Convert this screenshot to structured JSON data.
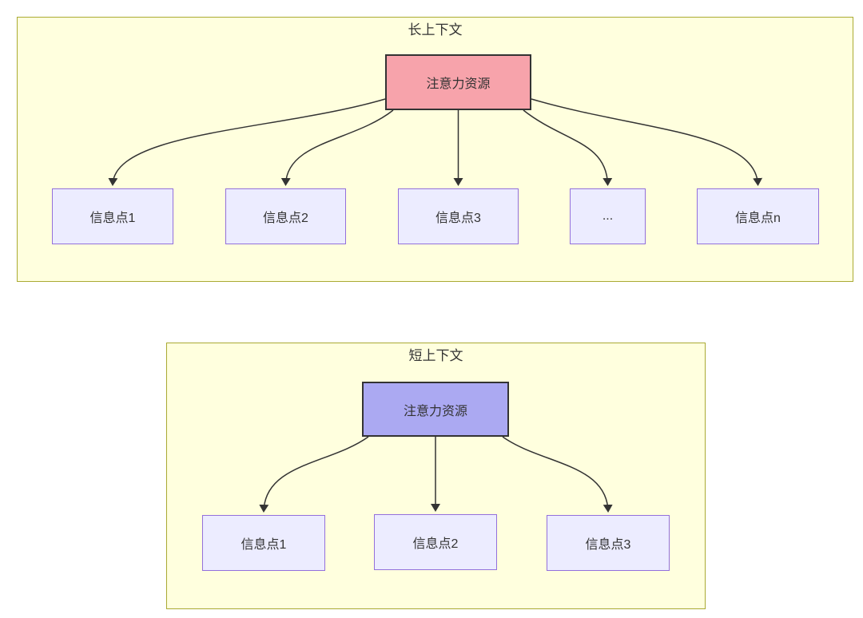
{
  "colors": {
    "page_background": "#ffffff",
    "cluster_fill": "#ffffde",
    "cluster_border": "#aaaa33",
    "node_fill": "#ececff",
    "node_border": "#9370db",
    "attention_long_fill": "#f7a3ab",
    "attention_short_fill": "#aba9f2",
    "attention_border": "#333333",
    "arrow": "#333333",
    "text": "#333333"
  },
  "long_context": {
    "title": "长上下文",
    "attention_label": "注意力资源",
    "nodes": [
      {
        "label": "信息点1"
      },
      {
        "label": "信息点2"
      },
      {
        "label": "信息点3"
      },
      {
        "label": "..."
      },
      {
        "label": "信息点n"
      }
    ]
  },
  "short_context": {
    "title": "短上下文",
    "attention_label": "注意力资源",
    "nodes": [
      {
        "label": "信息点1"
      },
      {
        "label": "信息点2"
      },
      {
        "label": "信息点3"
      }
    ]
  }
}
